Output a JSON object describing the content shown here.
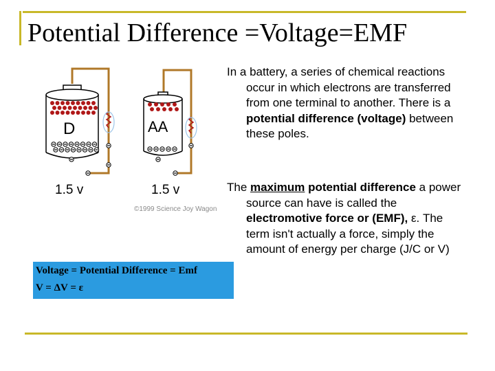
{
  "title": "Potential Difference =Voltage=EMF",
  "diagram": {
    "cells": [
      {
        "label": "D",
        "voltage": "1.5 v"
      },
      {
        "label": "AA",
        "voltage": "1.5 v"
      }
    ],
    "copyright": "©1999 Science Joy Wagon"
  },
  "equation": {
    "line1": "Voltage = Potential Difference = Emf",
    "line2": "V = ΔV = ε"
  },
  "paragraph1": {
    "text_before": "In a battery, a series of chemical reactions occur in which electrons are transferred from one terminal to another. There is a ",
    "bold": "potential difference (voltage)",
    "text_after": " between these poles."
  },
  "paragraph2": {
    "text_1": "The ",
    "bold_underline": "maximum",
    "bold_1": " potential difference",
    "text_2": " a power source can have is called the ",
    "bold_2": "electromotive force or (EMF),",
    "text_3": " ε. The term isn't actually a force, simply the amount of energy per charge (J/C or V)"
  },
  "colors": {
    "frame": "#c8b828",
    "equation_box": "#2b9be0",
    "positive_charge": "#b01818",
    "wire": "#b07828"
  }
}
